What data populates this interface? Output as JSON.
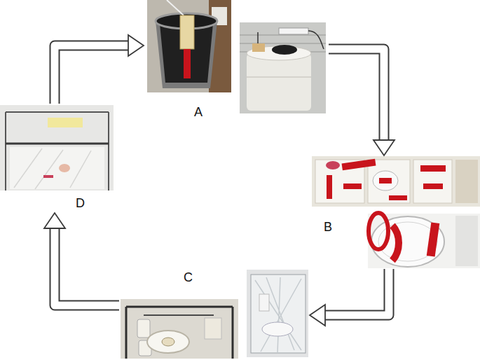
{
  "diagram": {
    "nodes": [
      {
        "text": [
          "A"
        ]
      },
      {
        "text": [
          "B"
        ]
      },
      {
        "text": [
          "C"
        ]
      },
      {
        "text": [
          "D"
        ]
      }
    ],
    "edges": [
      {
        "from": 3,
        "to": 0,
        "arrow": "to"
      },
      {
        "from": 0,
        "to": 1,
        "arrow": "to"
      },
      {
        "from": 1,
        "to": 2,
        "arrow": "to"
      },
      {
        "from": 2,
        "to": 3,
        "arrow": "to"
      }
    ]
  }
}
